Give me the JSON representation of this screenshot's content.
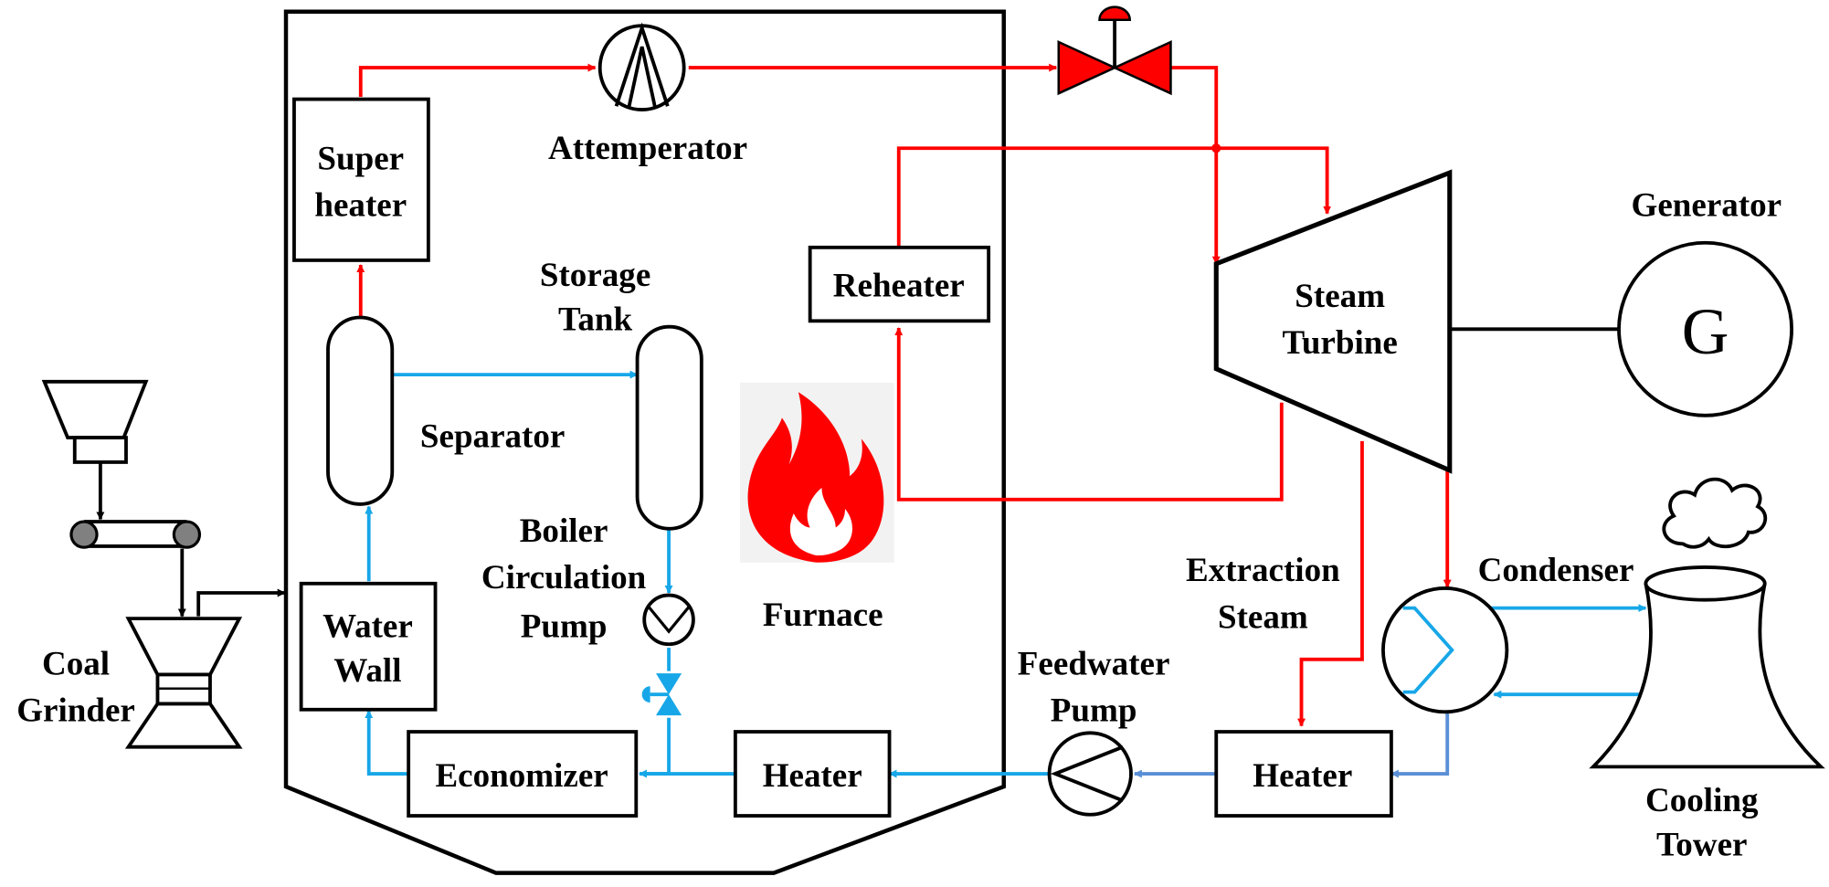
{
  "labels": {
    "superheater_1": "Super",
    "superheater_2": "heater",
    "attemperator": "Attemperator",
    "storage_1": "Storage",
    "storage_2": "Tank",
    "reheater": "Reheater",
    "generator": "Generator",
    "generator_symbol": "G",
    "turbine_1": "Steam",
    "turbine_2": "Turbine",
    "separator": "Separator",
    "bcp_1": "Boiler",
    "bcp_2": "Circulation",
    "bcp_3": "Pump",
    "furnace": "Furnace",
    "extraction_1": "Extraction",
    "extraction_2": "Steam",
    "condenser": "Condenser",
    "waterwall_1": "Water",
    "waterwall_2": "Wall",
    "coal_1": "Coal",
    "coal_2": "Grinder",
    "feedwater_1": "Feedwater",
    "feedwater_2": "Pump",
    "economizer": "Economizer",
    "heater_inner": "Heater",
    "heater_outer": "Heater",
    "cooling_1": "Cooling",
    "cooling_2": "Tower"
  },
  "colors": {
    "steam": "#ff0000",
    "water": "#17a7e8",
    "condensate": "#5a8fd6",
    "outline": "#000000",
    "coal_roller": "#808080",
    "furnace_bg": "#f2f2f2"
  }
}
